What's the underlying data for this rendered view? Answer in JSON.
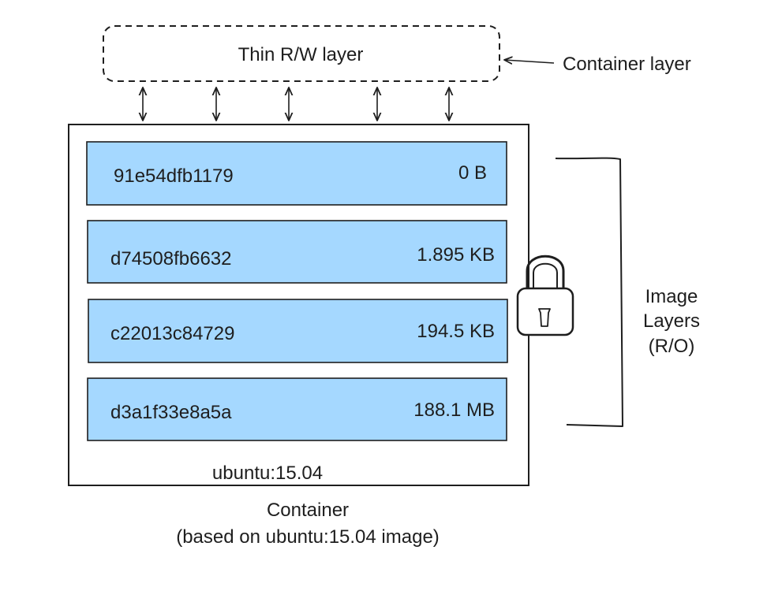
{
  "container_layer": {
    "box_label": "Thin R/W layer",
    "annotation": "Container layer"
  },
  "image_layers": [
    {
      "id": "91e54dfb1179",
      "size": "0 B"
    },
    {
      "id": "d74508fb6632",
      "size": "1.895 KB"
    },
    {
      "id": "c22013c84729",
      "size": "194.5 KB"
    },
    {
      "id": "d3a1f33e8a5a",
      "size": "188.1 MB"
    }
  ],
  "image_name": "ubuntu:15.04",
  "container_caption": {
    "line1": "Container",
    "line2": "(based on ubuntu:15.04 image)"
  },
  "image_layers_label": {
    "line1": "Image",
    "line2": "Layers",
    "line3": "(R/O)"
  },
  "lock_icon": "padlock-icon",
  "colors": {
    "layer_fill": "#a5d8ff",
    "stroke": "#1e1e1e",
    "background": "#ffffff"
  }
}
